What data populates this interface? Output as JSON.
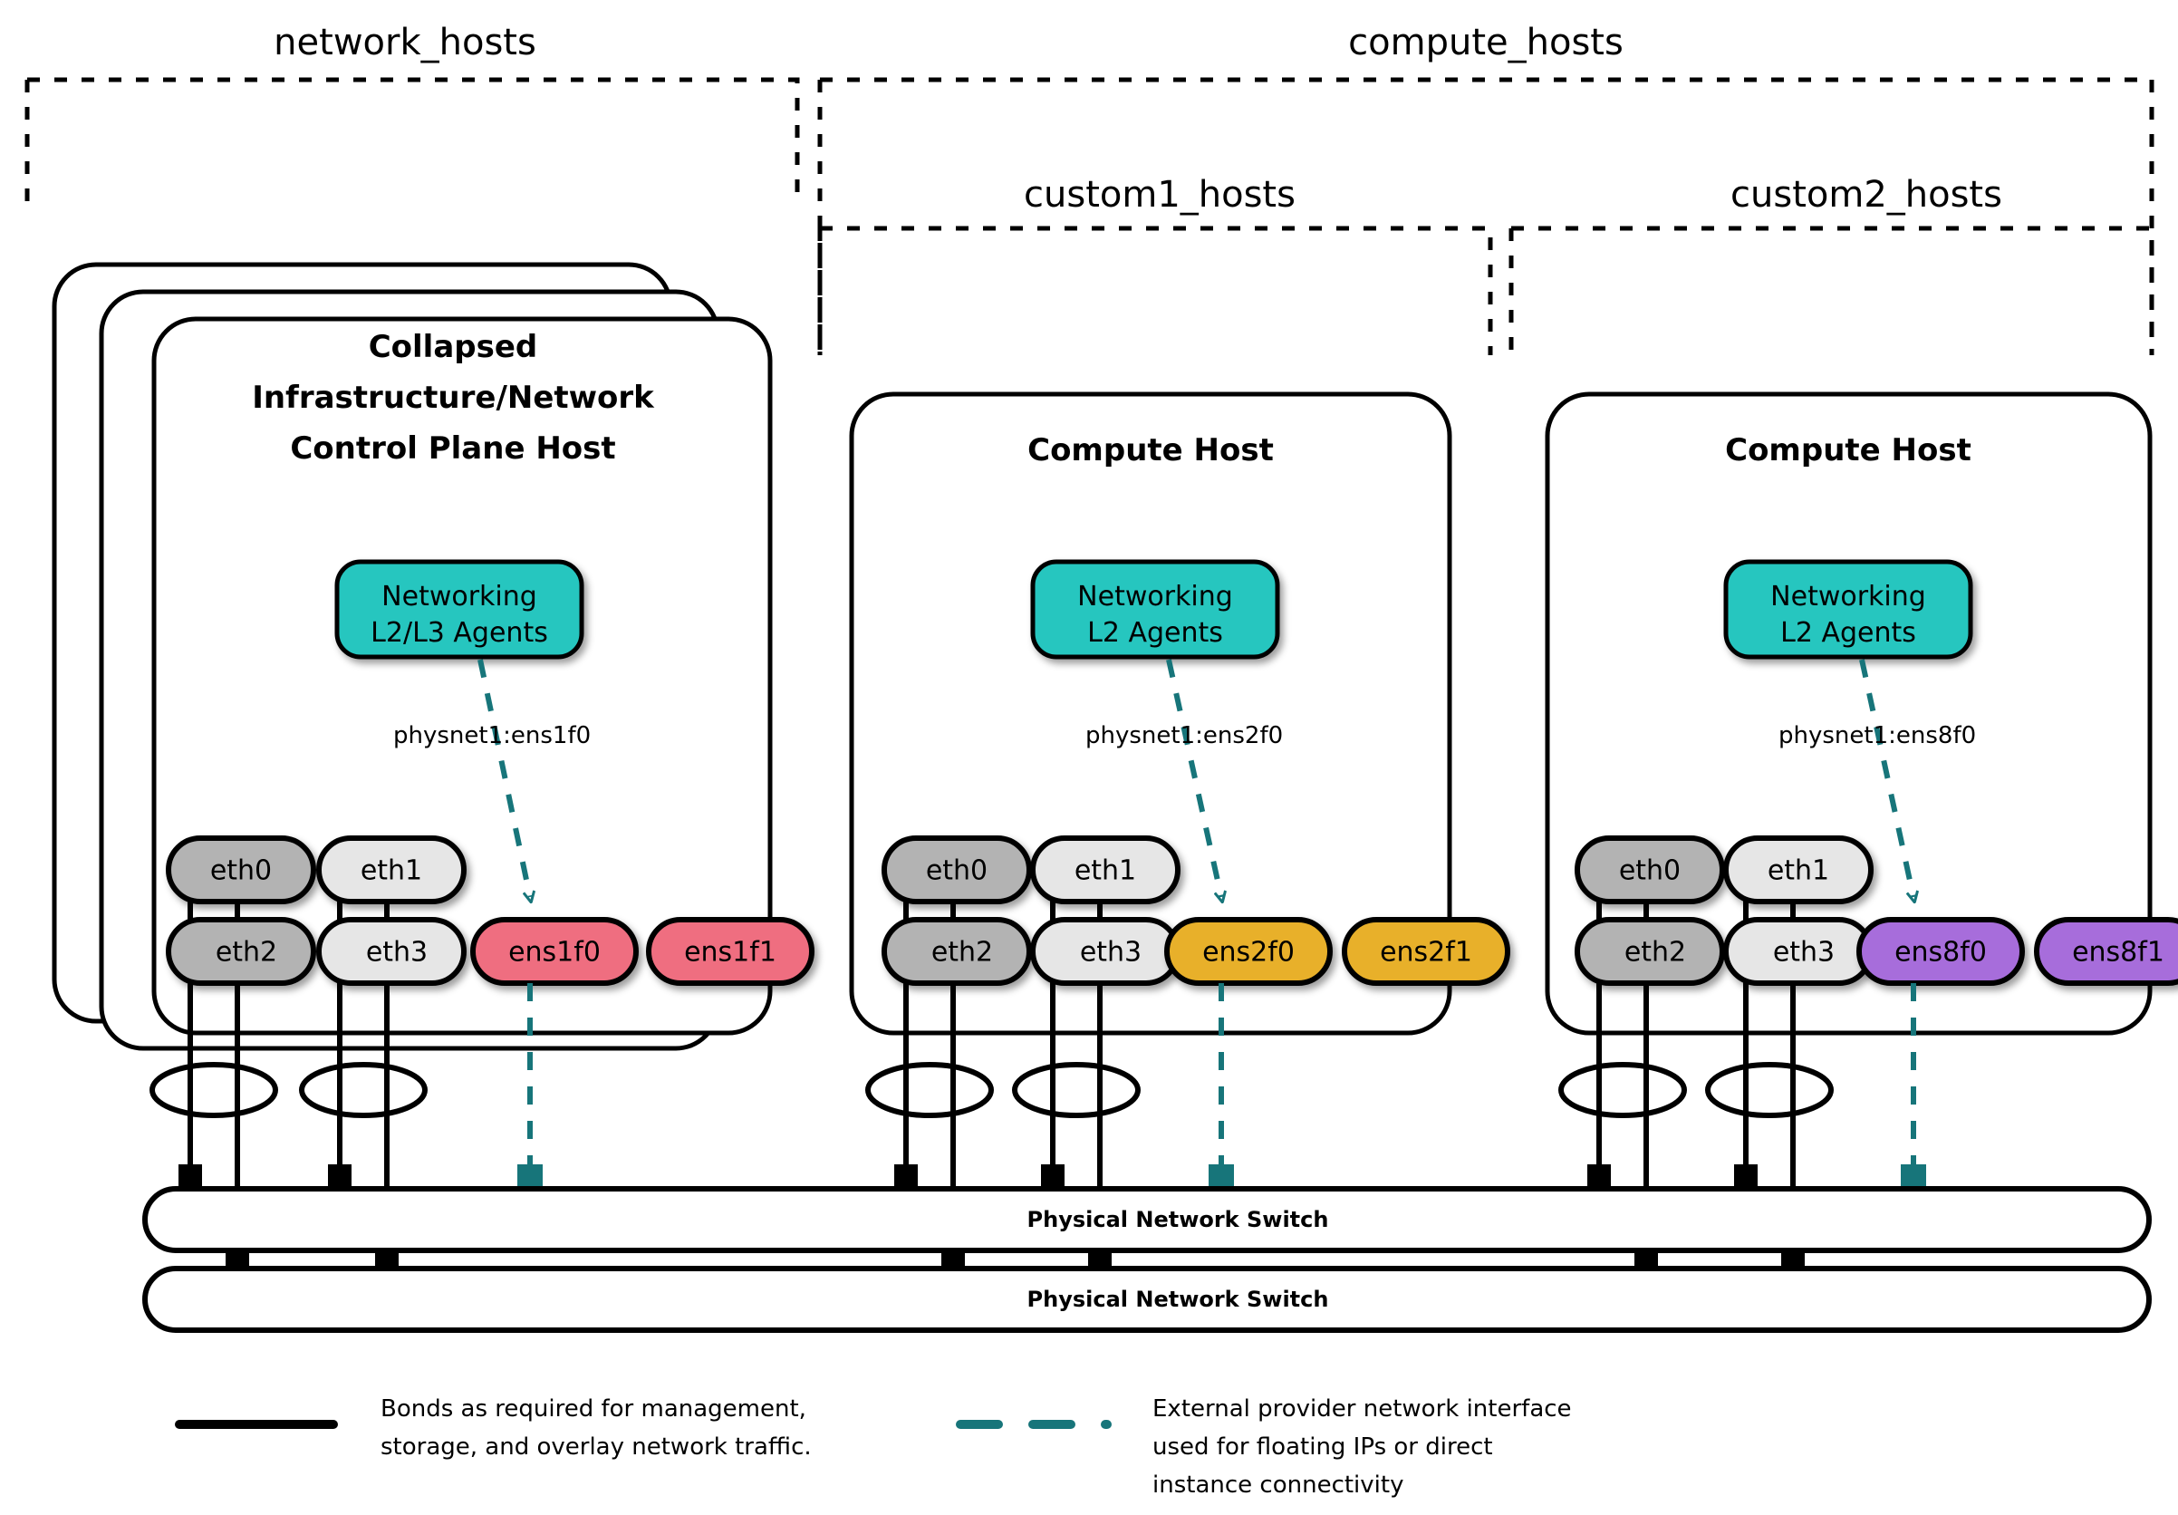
{
  "groups": [
    {
      "id": "network_hosts",
      "label": "network_hosts"
    },
    {
      "id": "compute_hosts",
      "label": "compute_hosts"
    },
    {
      "id": "custom1_hosts",
      "label": "custom1_hosts"
    },
    {
      "id": "custom2_hosts",
      "label": "custom2_hosts"
    }
  ],
  "hosts": [
    {
      "id": "collapsed-control-plane",
      "title_lines": [
        "Collapsed",
        "Infrastructure/Network",
        "Control Plane Host"
      ],
      "stacked": true,
      "agent": {
        "lines": [
          "Networking",
          "L2/L3 Agents"
        ],
        "color": "#26c6bf"
      },
      "physnet_label": "physnet1:ens1f0",
      "nics_top": [
        {
          "name": "eth0",
          "color": "#b3b3b3",
          "text_color": "#000000"
        },
        {
          "name": "eth1",
          "color": "#e6e6e6",
          "text_color": "#000000"
        }
      ],
      "nics_bottom": [
        {
          "name": "eth2",
          "color": "#b3b3b3",
          "text_color": "#000000"
        },
        {
          "name": "eth3",
          "color": "#e6e6e6",
          "text_color": "#000000"
        },
        {
          "name": "ens1f0",
          "color": "#ef6e80",
          "text_color": "#000000"
        },
        {
          "name": "ens1f1",
          "color": "#ef6e80",
          "text_color": "#000000"
        }
      ]
    },
    {
      "id": "compute-host-1",
      "title_lines": [
        "Compute Host"
      ],
      "stacked": false,
      "agent": {
        "lines": [
          "Networking",
          "L2 Agents"
        ],
        "color": "#26c6bf"
      },
      "physnet_label": "physnet1:ens2f0",
      "nics_top": [
        {
          "name": "eth0",
          "color": "#b3b3b3",
          "text_color": "#000000"
        },
        {
          "name": "eth1",
          "color": "#e6e6e6",
          "text_color": "#000000"
        }
      ],
      "nics_bottom": [
        {
          "name": "eth2",
          "color": "#b3b3b3",
          "text_color": "#000000"
        },
        {
          "name": "eth3",
          "color": "#e6e6e6",
          "text_color": "#000000"
        },
        {
          "name": "ens2f0",
          "color": "#e8b029",
          "text_color": "#000000"
        },
        {
          "name": "ens2f1",
          "color": "#e8b029",
          "text_color": "#000000"
        }
      ]
    },
    {
      "id": "compute-host-2",
      "title_lines": [
        "Compute Host"
      ],
      "stacked": false,
      "agent": {
        "lines": [
          "Networking",
          "L2 Agents"
        ],
        "color": "#26c6bf"
      },
      "physnet_label": "physnet1:ens8f0",
      "nics_top": [
        {
          "name": "eth0",
          "color": "#b3b3b3",
          "text_color": "#000000"
        },
        {
          "name": "eth1",
          "color": "#e6e6e6",
          "text_color": "#000000"
        }
      ],
      "nics_bottom": [
        {
          "name": "eth2",
          "color": "#b3b3b3",
          "text_color": "#000000"
        },
        {
          "name": "eth3",
          "color": "#e6e6e6",
          "text_color": "#000000"
        },
        {
          "name": "ens8f0",
          "color": "#a76ddb",
          "text_color": "#ffffff"
        },
        {
          "name": "ens8f1",
          "color": "#a76ddb",
          "text_color": "#ffffff"
        }
      ]
    }
  ],
  "switches": [
    {
      "id": "switch-top",
      "label": "Physical Network Switch"
    },
    {
      "id": "switch-bottom",
      "label": "Physical Network Switch"
    }
  ],
  "legend": [
    {
      "id": "legend-bond",
      "style": "solid",
      "color": "#000000",
      "lines": [
        "Bonds as required for management,",
        "storage, and overlay network traffic."
      ]
    },
    {
      "id": "legend-provider",
      "style": "dashed",
      "color": "#17757a",
      "lines": [
        "External provider network interface",
        "used for floating IPs or direct",
        "instance connectivity"
      ]
    }
  ],
  "colors": {
    "agent_teal": "#26c6bf",
    "provider_dash": "#17757a",
    "nic_gray_dark": "#b3b3b3",
    "nic_gray_light": "#e6e6e6",
    "nic_pink": "#ef6e80",
    "nic_orange": "#e8b029",
    "nic_purple": "#a76ddb",
    "stroke": "#000000"
  }
}
